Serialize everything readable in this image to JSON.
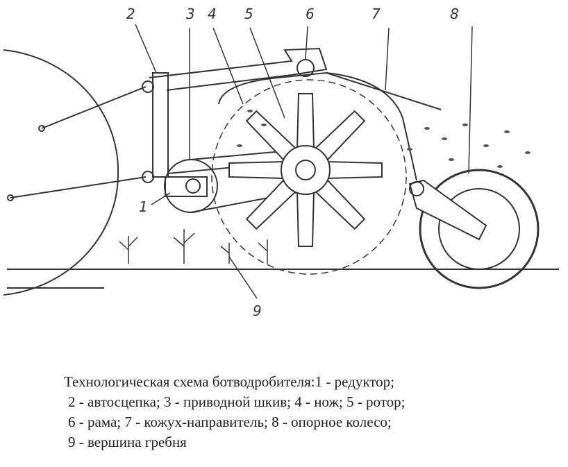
{
  "diagram": {
    "labels": [
      "1",
      "2",
      "3",
      "4",
      "5",
      "6",
      "7",
      "8",
      "9"
    ]
  },
  "caption": {
    "lines": [
      "Технологическая схема ботводробителя:1 - редуктор;",
      "2 - автосцепка; 3 - приводной шкив; 4 - нож; 5 - ротор;",
      "6 - рама; 7 - кожух-направитель; 8 - опорное колесо;",
      "9 - вершина гребня"
    ]
  }
}
